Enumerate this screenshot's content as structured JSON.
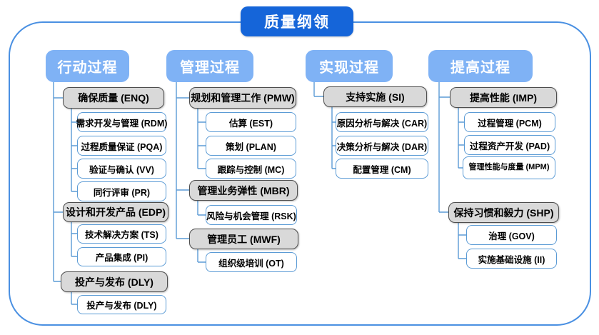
{
  "title": "质量纲领",
  "colors": {
    "title_bg": "#1565d9",
    "header_bg": "#7fb2f5",
    "connector_blue": "#5b9bd5",
    "frame_border": "#4a90e2",
    "group_fill": "#d9d9d9",
    "group_border": "#4d4d4d",
    "text": "#000000",
    "header_text": "#ffffff"
  },
  "columns": [
    {
      "header": "行动过程",
      "groups": [
        {
          "label": "确保质量 (ENQ)",
          "children": [
            "需求开发与管理 (RDM)",
            "过程质量保证 (PQA)",
            "验证与确认 (VV)",
            "同行评审 (PR)"
          ]
        },
        {
          "label": "设计和开发产品 (EDP)",
          "children": [
            "技术解决方案 (TS)",
            "产品集成 (PI)"
          ]
        },
        {
          "label": "投产与发布 (DLY)",
          "children": [
            "投产与发布 (DLY)"
          ]
        }
      ]
    },
    {
      "header": "管理过程",
      "groups": [
        {
          "label": "规划和管理工作 (PMW)",
          "children": [
            "估算 (EST)",
            "策划 (PLAN)",
            "跟踪与控制 (MC)"
          ]
        },
        {
          "label": "管理业务弹性 (MBR)",
          "children": [
            "风险与机会管理 (RSK)"
          ]
        },
        {
          "label": "管理员工 (MWF)",
          "children": [
            "组织级培训 (OT)"
          ]
        }
      ]
    },
    {
      "header": "实现过程",
      "groups": [
        {
          "label": "支持实施 (SI)",
          "children": [
            "原因分析与解决 (CAR)",
            "决策分析与解决 (DAR)",
            "配置管理 (CM)"
          ]
        }
      ]
    },
    {
      "header": "提高过程",
      "groups": [
        {
          "label": "提高性能 (IMP)",
          "children": [
            "过程管理 (PCM)",
            "过程资产开发 (PAD)",
            "管理性能与度量 (MPM)"
          ]
        },
        {
          "label": "保持习惯和毅力 (SHP)",
          "children": [
            "治理 (GOV)",
            "实施基础设施 (II)"
          ]
        }
      ]
    }
  ]
}
